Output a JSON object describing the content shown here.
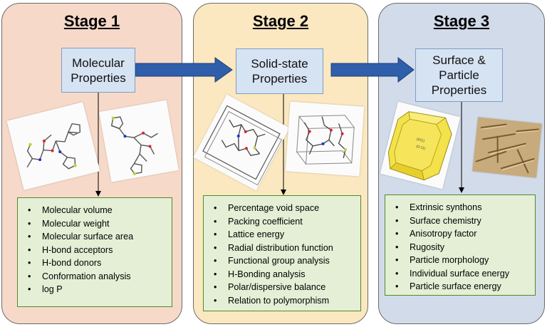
{
  "stages": [
    {
      "title": "Stage 1",
      "heading": "Molecular\nProperties",
      "items": [
        "Molecular volume",
        "Molecular weight",
        "Molecular surface area",
        "H-bond acceptors",
        "H-bond donors",
        "Conformation analysis",
        "log P"
      ]
    },
    {
      "title": "Stage 2",
      "heading": "Solid-state\nProperties",
      "items": [
        "Percentage void space",
        "Packing coefficient",
        "Lattice energy",
        "Radial distribution function",
        "Functional group analysis",
        "H-Bonding analysis",
        "Polar/dispersive balance",
        "Relation to polymorphism"
      ]
    },
    {
      "title": "Stage 3",
      "heading": "Surface &\nParticle\nProperties",
      "items": [
        "Extrinsic synthons",
        "Surface chemistry",
        "Anisotropy factor",
        "Rugosity",
        "Particle morphology",
        "Individual surface energy",
        "Particle surface energy"
      ]
    }
  ],
  "colors": {
    "stage1_bg": "#f7d9c9",
    "stage2_bg": "#fbe8c0",
    "stage3_bg": "#d2dbe9",
    "heading_box": "#d6e3f3",
    "list_box": "#e4efd6",
    "arrow": "#2f5eaa"
  },
  "icons": [
    "flow-arrow-icon",
    "molecule-image",
    "crystal-packing-image",
    "crystal-morphology-image",
    "particle-micrograph-image"
  ]
}
